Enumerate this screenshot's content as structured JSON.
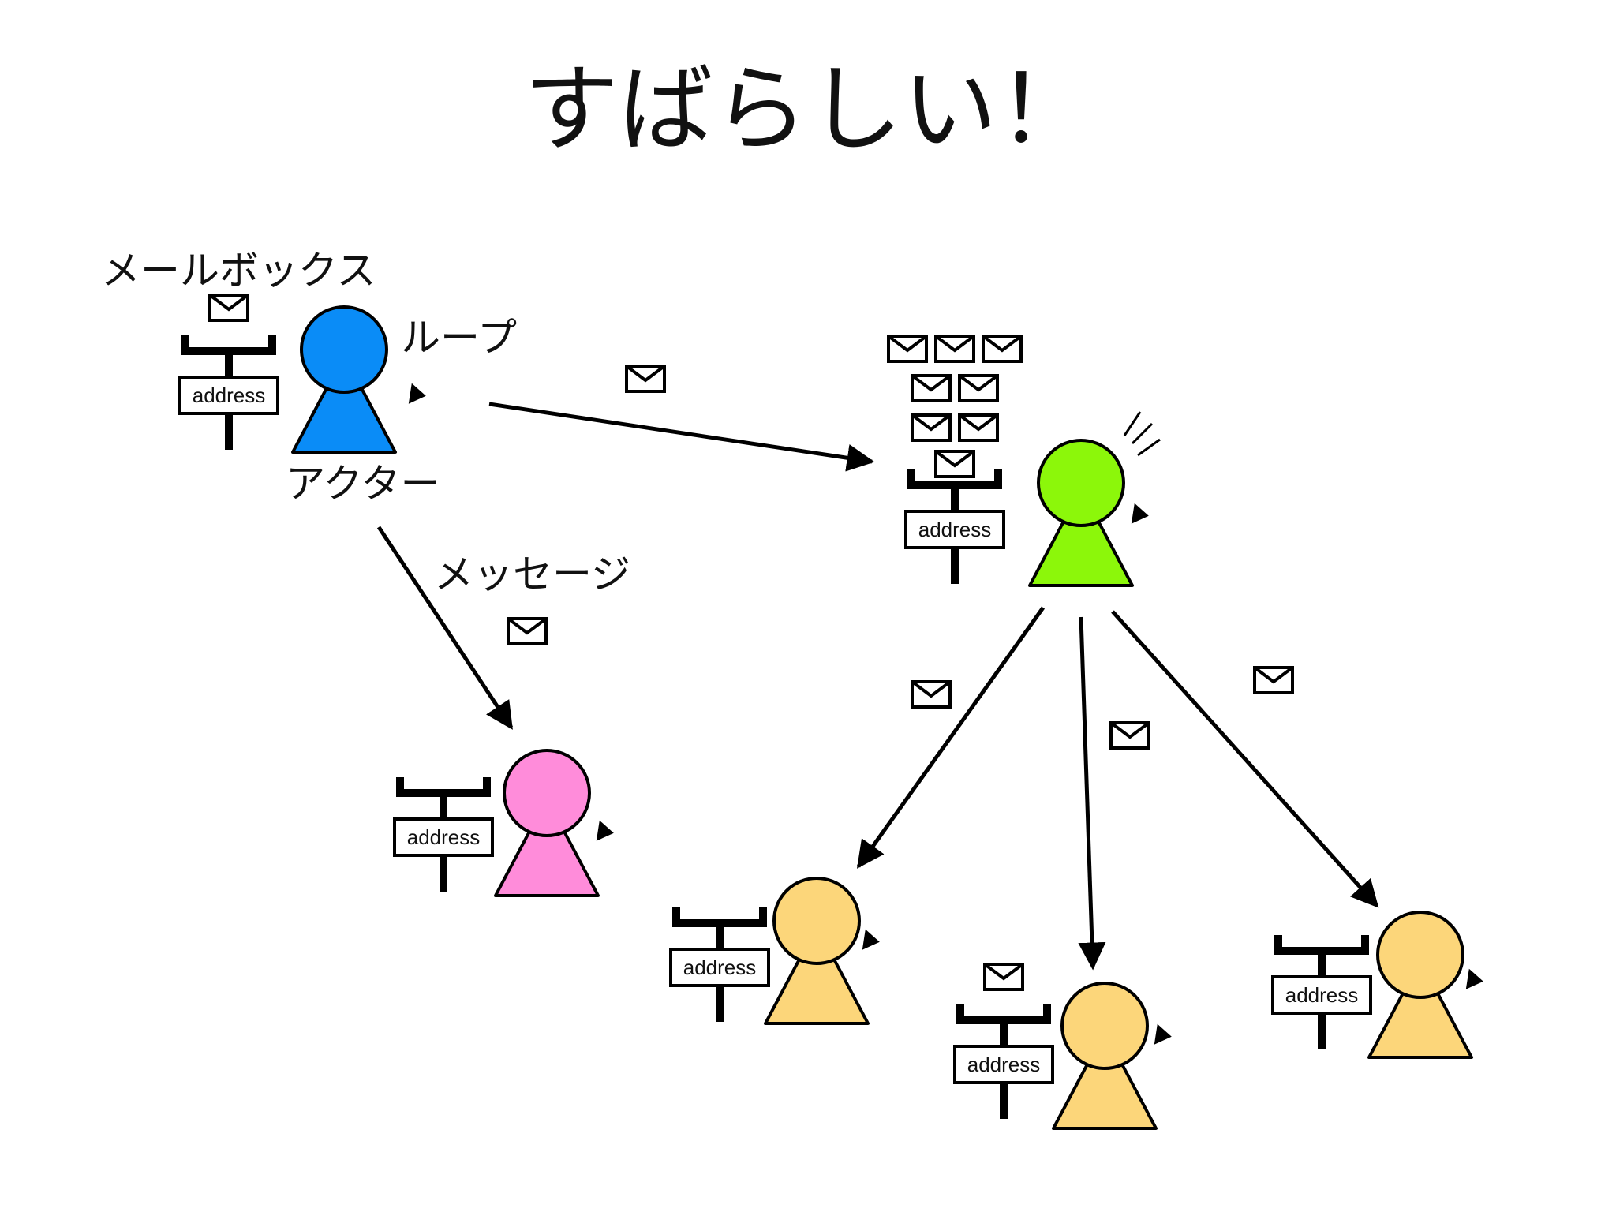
{
  "title": "すばらしい！",
  "labels": {
    "mailbox": "メールボックス",
    "loop": "ループ",
    "actor": "アクター",
    "message": "メッセージ"
  },
  "address_label": "address",
  "actors": [
    {
      "id": "main",
      "color": "#0a8cf7",
      "mailbox_messages": 1
    },
    {
      "id": "pink",
      "color": "#ff8cda",
      "mailbox_messages": 0
    },
    {
      "id": "busy",
      "color": "#8cf70a",
      "mailbox_messages": 8,
      "alert": true
    },
    {
      "id": "child-1",
      "color": "#fcd67a",
      "mailbox_messages": 0
    },
    {
      "id": "child-2",
      "color": "#fcd67a",
      "mailbox_messages": 1
    },
    {
      "id": "child-3",
      "color": "#fcd67a",
      "mailbox_messages": 0
    }
  ],
  "arrows": [
    {
      "from": "main",
      "to": "busy",
      "carries_message": true
    },
    {
      "from": "main",
      "to": "pink",
      "carries_message": true
    },
    {
      "from": "busy",
      "to": "child-1",
      "carries_message": true
    },
    {
      "from": "busy",
      "to": "child-2",
      "carries_message": true
    },
    {
      "from": "busy",
      "to": "child-3",
      "carries_message": true
    }
  ],
  "icons": {
    "envelope": "envelope-icon",
    "loop": "loop-arrow-icon",
    "mailbox": "mailbox-icon",
    "actor": "actor-figure-icon"
  }
}
